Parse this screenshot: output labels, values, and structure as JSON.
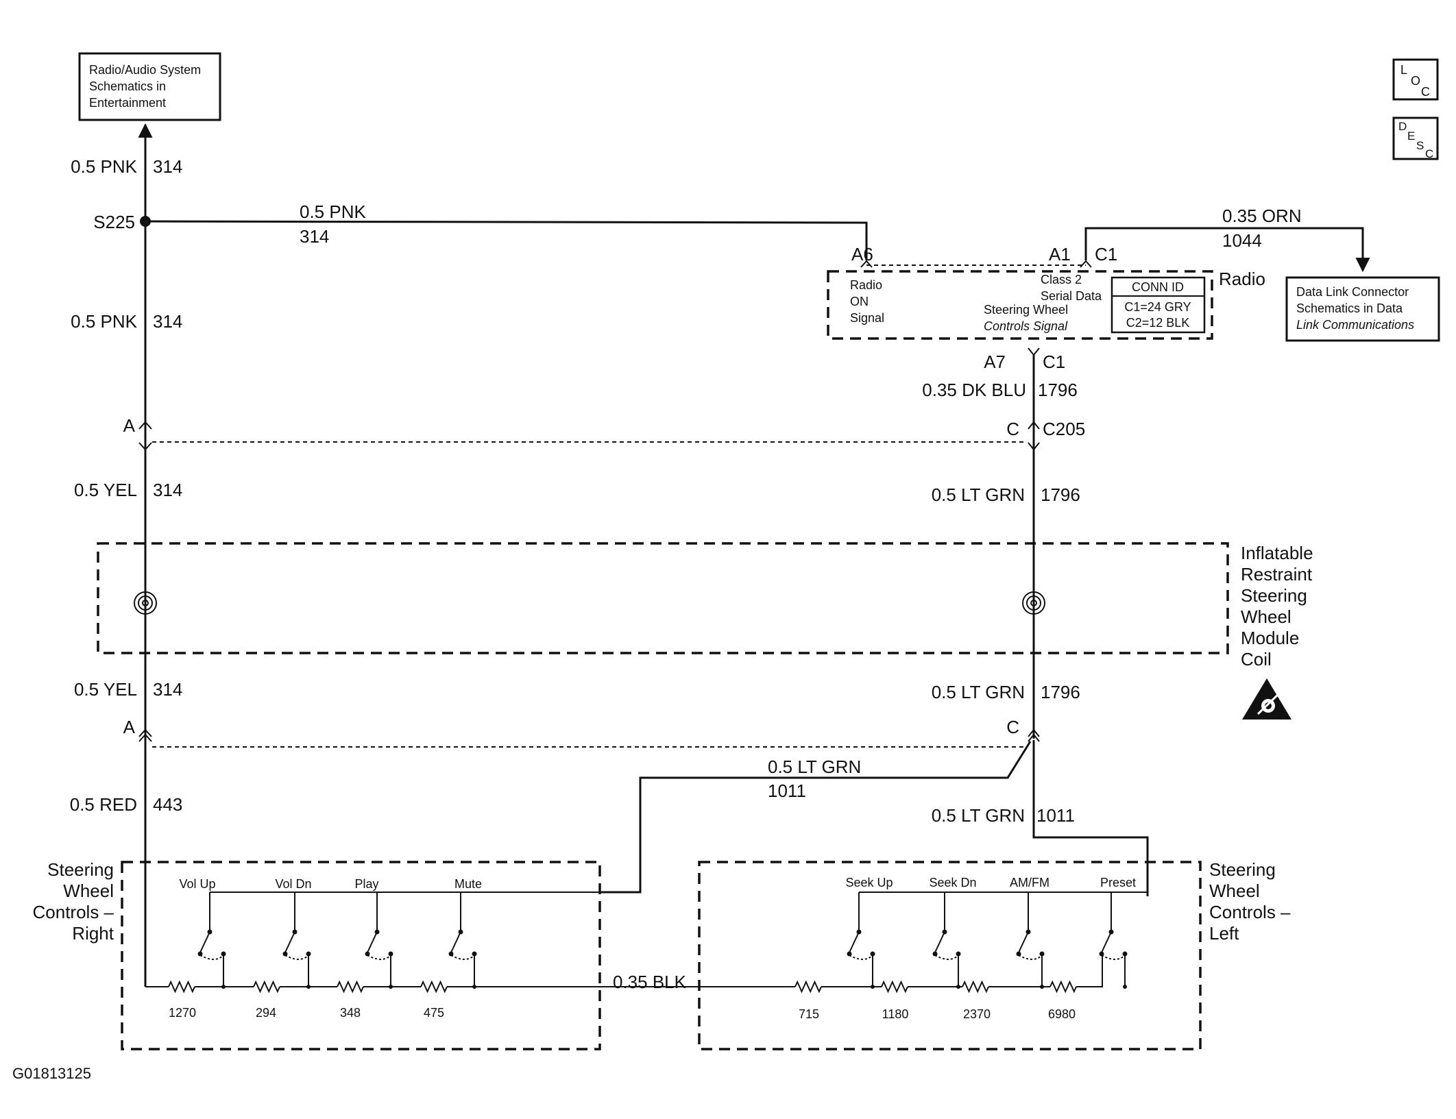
{
  "refs": {
    "radio_audio": [
      "Radio/Audio System",
      "Schematics in",
      "Entertainment"
    ],
    "data_link": [
      "Data Link Connector",
      "Schematics in Data",
      "Link Communications"
    ]
  },
  "icons": {
    "loc": [
      "L",
      "O",
      "C"
    ],
    "desc": [
      "D",
      "E",
      "S",
      "C"
    ]
  },
  "left_circuit": {
    "w1_color": "0.5 PNK",
    "w1_num": "314",
    "splice": "S225",
    "w2_color": "0.5 PNK",
    "w2_num": "314",
    "conn_a": "A",
    "w3_color": "0.5 YEL",
    "w3_num": "314",
    "w4_color": "0.5 YEL",
    "w4_num": "314",
    "conn_a2": "A",
    "w5_color": "0.5 RED",
    "w5_num": "443"
  },
  "top_wire": {
    "color": "0.5 PNK",
    "num": "314"
  },
  "radio": {
    "label": "Radio",
    "pin_a6": "A6",
    "pin_a1": "A1",
    "conn_c1_top": "C1",
    "on_signal": [
      "Radio",
      "ON",
      "Signal"
    ],
    "class2": [
      "Class 2",
      "Serial Data"
    ],
    "swc_signal": [
      "Steering Wheel",
      "Controls Signal"
    ],
    "conn_id_title": "CONN ID",
    "conn_id_c1": "C1=24 GRY",
    "conn_id_c2": "C2=12 BLK",
    "pin_a7": "A7",
    "conn_c1_bottom": "C1"
  },
  "orn_wire": {
    "color": "0.35 ORN",
    "num": "1044"
  },
  "right_circuit": {
    "w1_color": "0.35 DK BLU",
    "w1_num": "1796",
    "conn_c": "C",
    "conn_c205": "C205",
    "w2_color": "0.5 LT GRN",
    "w2_num": "1796",
    "w3_color": "0.5 LT GRN",
    "w3_num": "1796",
    "conn_c2": "C",
    "w4_color": "0.5 LT GRN",
    "w4_num": "1011"
  },
  "cross_wire": {
    "color": "0.5 LT GRN",
    "num": "1011"
  },
  "coil_label": [
    "Inflatable",
    "Restraint",
    "Steering",
    "Wheel",
    "Module",
    "Coil"
  ],
  "swc_right": {
    "label": [
      "Steering",
      "Wheel",
      "Controls –",
      "Right"
    ],
    "switches": [
      "Vol Up",
      "Vol Dn",
      "Play",
      "Mute"
    ],
    "resistors": [
      "1270",
      "294",
      "348",
      "475"
    ]
  },
  "swc_left": {
    "label": [
      "Steering",
      "Wheel",
      "Controls –",
      "Left"
    ],
    "switches": [
      "Seek Up",
      "Seek Dn",
      "AM/FM",
      "Preset"
    ],
    "resistors": [
      "715",
      "1180",
      "2370",
      "6980"
    ]
  },
  "ground_wire": "0.35 BLK",
  "figure_id": "G01813125"
}
